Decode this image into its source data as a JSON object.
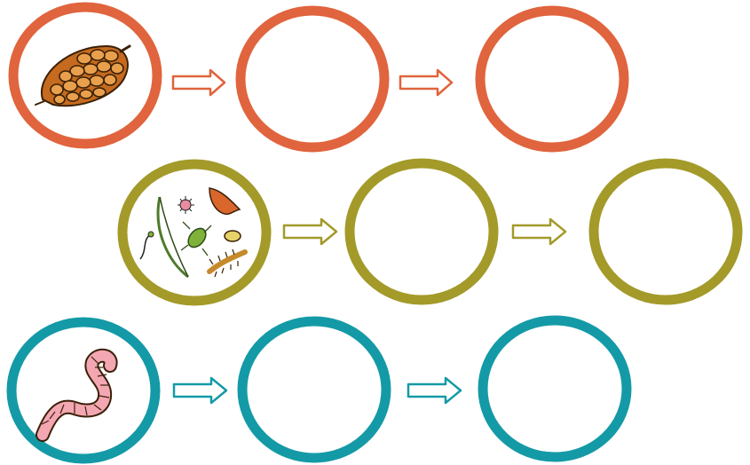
{
  "rows": [
    {
      "name": "pine-cone-row",
      "color": "#E0643D",
      "start_icon": "pine-cone-icon",
      "steps": [
        "empty",
        "empty"
      ]
    },
    {
      "name": "soil-organisms-row",
      "color": "#A39A2A",
      "start_icon": "soil-organisms-icon",
      "steps": [
        "empty",
        "empty"
      ]
    },
    {
      "name": "earthworm-row",
      "color": "#149AA6",
      "start_icon": "earthworm-icon",
      "steps": [
        "empty",
        "empty"
      ]
    }
  ]
}
